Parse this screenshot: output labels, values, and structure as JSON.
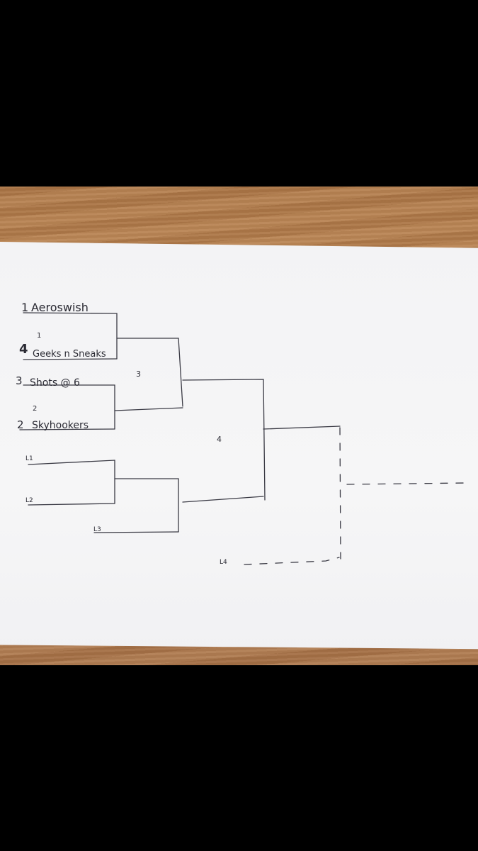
{
  "bracket": {
    "teams": [
      {
        "seed": "1",
        "name": "Aeroswish"
      },
      {
        "seed": "4",
        "name": "Geeks n Sneaks"
      },
      {
        "seed": "3",
        "name": "Shots @ 6"
      },
      {
        "seed": "2",
        "name": "Skyhookers"
      }
    ],
    "game_numbers": {
      "game1": "1",
      "game2": "2",
      "game3": "3",
      "game4": "4"
    },
    "loser_slots": [
      "L1",
      "L2",
      "L3",
      "L4"
    ]
  }
}
